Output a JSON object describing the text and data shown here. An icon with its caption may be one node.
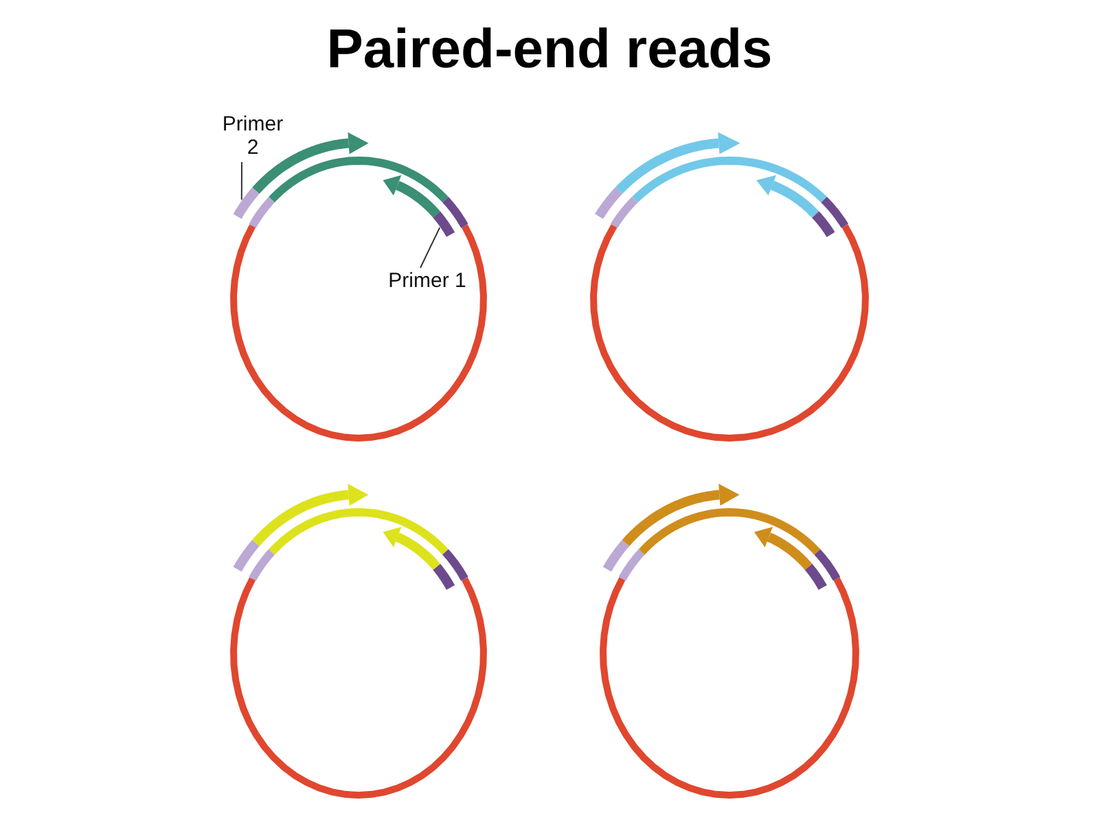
{
  "diagram": {
    "title": "Paired-end reads",
    "nodes": [
      {
        "text": [
          "Primer 2"
        ]
      },
      {
        "text": [],
        "shape": "bar"
      },
      {
        "text": [
          "Primer 1"
        ]
      },
      {
        "text": [],
        "shape": "bar"
      }
    ],
    "edges": [
      {
        "from": 0,
        "to": 1,
        "arrow": "none"
      },
      {
        "from": 2,
        "to": 3,
        "arrow": "none"
      }
    ]
  }
}
